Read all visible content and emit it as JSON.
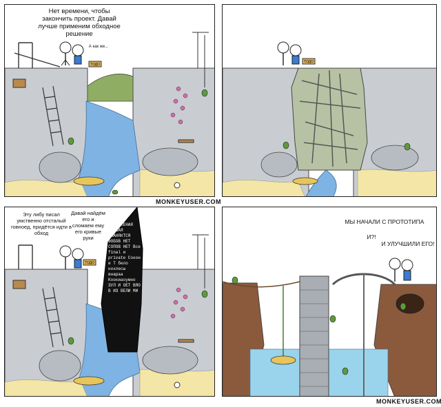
{
  "panels": [
    {
      "bubbles": [
        "Нет времени, чтобы закончить проект. Давай лучше применим обходное решение",
        "А как же..."
      ],
      "sign": "ТОДО"
    },
    {
      "sign": "ТОДО"
    },
    {
      "bubbles": [
        "Эту либу писал умственно отсталый говноед, придётся идти в обход",
        "Давай найдём его и сломаем ему его кривые руки"
      ],
      "rock_text": "ЛИБА КЕНАЯ КРИВАЯ КИАНЯКТСЯ ФОБОВ НЕТ СОПОВ НЕТ Все final и private Сокон и Т бело нохлесы внараа Коокиаоумно ЗУЛ И ОЕТ ВЯО В ИЗ ВЕЛИ МИ",
      "sign": "ТОДО"
    },
    {
      "bubbles": [
        "МЫ НАЧАЛИ С ПРОТОТИПА",
        "И?!",
        "И УЛУЧШИЛИ ЕГО!"
      ]
    }
  ],
  "credits": [
    "MONKEYUSER.COM",
    "MONKEYUSER.COM"
  ],
  "colors": {
    "sky": "#ffffff",
    "cliff": "#c9cdd2",
    "cliff_dark": "#9aa0a6",
    "water": "#7fb3e3",
    "water_dark": "#5b93c9",
    "sand": "#f3e6a6",
    "grass": "#8fae63",
    "rock_black": "#111111",
    "bug_green": "#5d9a3c",
    "wood": "#b88a4e"
  }
}
